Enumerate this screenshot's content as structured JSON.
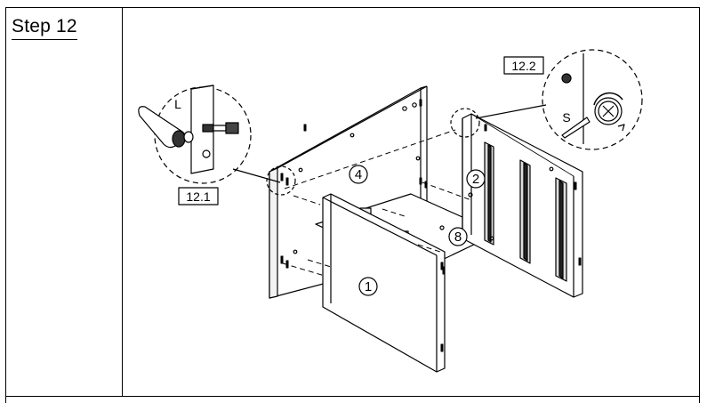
{
  "step": {
    "title": "Step 12"
  },
  "callouts": {
    "detail_1": "12.1",
    "detail_2": "12.2",
    "hardware_L": "L",
    "hardware_S": "S"
  },
  "parts": {
    "panel_1": "1",
    "panel_2": "2",
    "panel_4": "4",
    "panel_8": "8"
  }
}
